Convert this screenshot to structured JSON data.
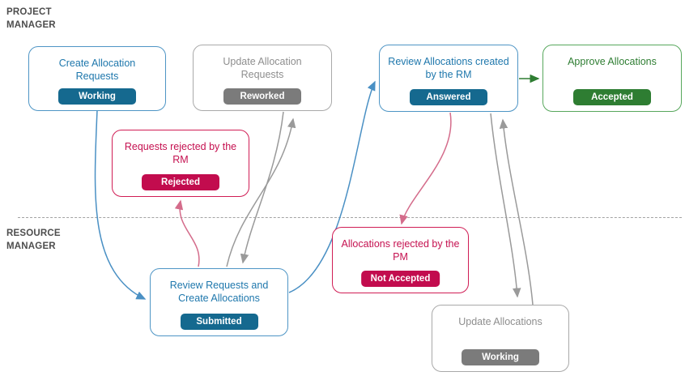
{
  "diagram": {
    "lanes": [
      {
        "label": "PROJECT\nMANAGER"
      },
      {
        "label": "RESOURCE\nMANAGER"
      }
    ],
    "nodes": [
      {
        "title": "Create Allocation Requests",
        "badge": "Working",
        "theme": "blue"
      },
      {
        "title": "Update Allocation Requests",
        "badge": "Reworked",
        "theme": "gray"
      },
      {
        "title": "Review Allocations created by the RM",
        "badge": "Answered",
        "theme": "blue"
      },
      {
        "title": "Approve Allocations",
        "badge": "Accepted",
        "theme": "green"
      },
      {
        "title": "Requests rejected by the RM",
        "badge": "Rejected",
        "theme": "crimson"
      },
      {
        "title": "Allocations rejected by the PM",
        "badge": "Not Accepted",
        "theme": "crimson"
      },
      {
        "title": "Review Requests and Create Allocations",
        "badge": "Submitted",
        "theme": "blue"
      },
      {
        "title": "Update Allocations",
        "badge": "Working",
        "theme": "gray"
      }
    ],
    "edges": [
      {
        "from": "create-allocation-requests",
        "to": "review-requests-and-create-allocations",
        "color": "#4a90c4"
      },
      {
        "from": "review-requests-and-create-allocations",
        "to": "requests-rejected-by-the-rm",
        "color": "#d46c8b"
      },
      {
        "from": "review-requests-and-create-allocations",
        "to": "update-allocation-requests",
        "color": "#9a9a9a"
      },
      {
        "from": "update-allocation-requests",
        "to": "review-requests-and-create-allocations",
        "color": "#9a9a9a"
      },
      {
        "from": "review-requests-and-create-allocations",
        "to": "review-allocations-created-by-the-rm",
        "color": "#4a90c4"
      },
      {
        "from": "review-allocations-created-by-the-rm",
        "to": "allocations-rejected-by-the-pm",
        "color": "#d46c8b"
      },
      {
        "from": "review-allocations-created-by-the-rm",
        "to": "approve-allocations",
        "color": "#2e7d32"
      },
      {
        "from": "update-allocations",
        "to": "review-allocations-created-by-the-rm",
        "color": "#9a9a9a"
      },
      {
        "from": "review-allocations-created-by-the-rm",
        "to": "update-allocations",
        "color": "#9a9a9a"
      }
    ],
    "colors": {
      "blue_border": "#4e95c5",
      "blue_text": "#1e77ac",
      "blue_badge": "#15698f",
      "gray_border": "#a9a9a9",
      "gray_text": "#8e8e8e",
      "gray_badge": "#7b7b7b",
      "green_border": "#57a75c",
      "green_text": "#2e7d32",
      "green_badge": "#2e7d32",
      "crimson_border": "#d01d55",
      "crimson_text": "#c51150",
      "crimson_badge": "#c20c4e",
      "lane_label": "#4d4d4d",
      "divider": "#a3a3a3"
    }
  }
}
